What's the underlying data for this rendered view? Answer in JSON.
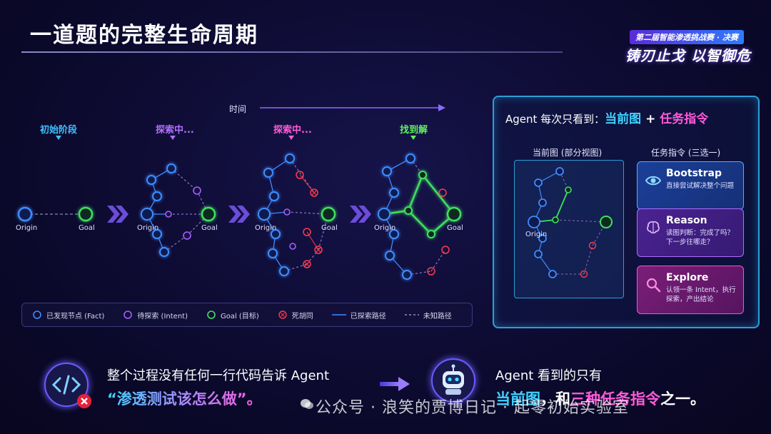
{
  "header": {
    "title": "一道题的完整生命周期",
    "badge_small": "第二届智能渗透挑战赛 · 决赛",
    "badge_main": "铸刃止戈 以智御危"
  },
  "timeline": {
    "label": "时间",
    "stages": [
      "初始阶段",
      "探索中...",
      "探索中...",
      "找到解"
    ],
    "node_origin": "Origin",
    "node_goal": "Goal"
  },
  "legend": {
    "items": [
      "已发现节点 (Fact)",
      "待探索 (Intent)",
      "Goal (目标)",
      "死胡同",
      "已探索路径",
      "未知路径"
    ]
  },
  "panel": {
    "head_prefix": "Agent 每次只看到：",
    "head_hl1": "当前图",
    "head_plus": " + ",
    "head_hl2": "任务指令",
    "view_title": "当前图 (部分视图)",
    "view_origin": "Origin",
    "tasks_title": "任务指令 (三选一)",
    "tasks": [
      {
        "title": "Bootstrap",
        "desc": "直接尝试解决整个问题"
      },
      {
        "title": "Reason",
        "desc": "读图判断：完成了吗？下一步往哪走？"
      },
      {
        "title": "Explore",
        "desc": "认领一条 Intent，执行探索，产出结论"
      }
    ]
  },
  "bottom": {
    "left_line1": "整个过程没有任何一行代码告诉 Agent",
    "left_line2": "“渗透测试该怎么做”。",
    "right_line1": "Agent 看到的只有",
    "right_line2_a": "当前图",
    "right_line2_b": "，和",
    "right_line2_c": "三种任务指令",
    "right_line2_d": "之一。"
  },
  "watermark": "公众号 · 浪笑的贾博日记 · 起零初始实验室",
  "colors": {
    "fact": "#3f8cff",
    "intent": "#a060ff",
    "goal": "#3fe060",
    "dead": "#ff3a4a",
    "accent": "#2c9fd8"
  }
}
